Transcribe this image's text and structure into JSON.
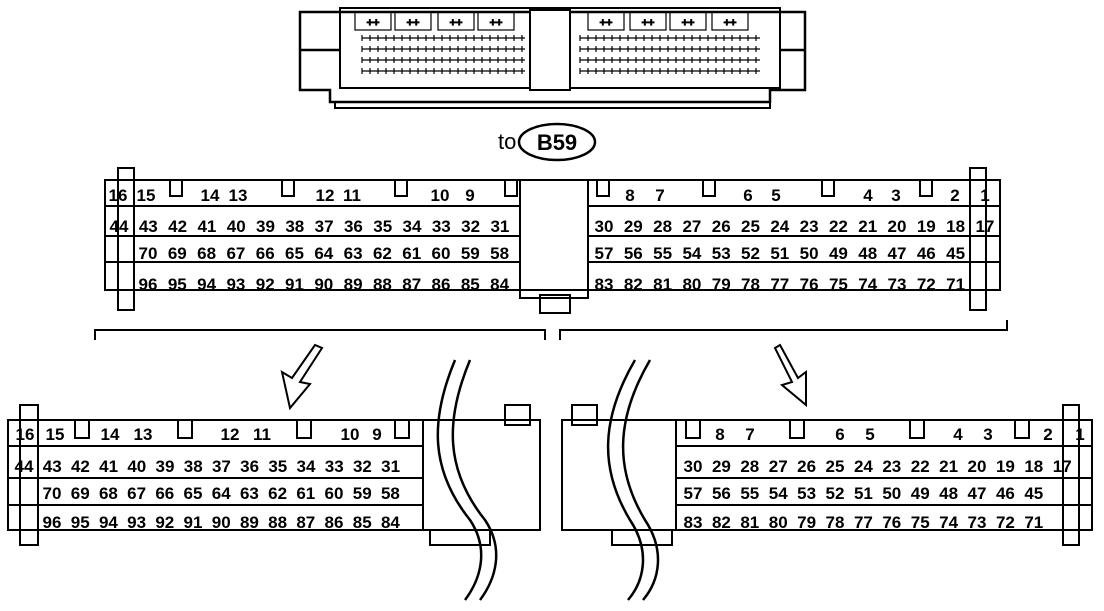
{
  "connector_label": {
    "prefix": "to",
    "id": "B59"
  },
  "pin_rows": {
    "top_left": [
      "16",
      "15",
      "14",
      "13",
      "12",
      "11",
      "10",
      "9"
    ],
    "top_right": [
      "8",
      "7",
      "6",
      "5",
      "4",
      "3",
      "2",
      "1"
    ],
    "row2_left": [
      "44",
      "43",
      "42",
      "41",
      "40",
      "39",
      "38",
      "37",
      "36",
      "35",
      "34",
      "33",
      "32",
      "31"
    ],
    "row2_right": [
      "30",
      "29",
      "28",
      "27",
      "26",
      "25",
      "24",
      "23",
      "22",
      "21",
      "20",
      "19",
      "18",
      "17"
    ],
    "row3_left": [
      "70",
      "69",
      "68",
      "67",
      "66",
      "65",
      "64",
      "63",
      "62",
      "61",
      "60",
      "59",
      "58"
    ],
    "row3_right": [
      "57",
      "56",
      "55",
      "54",
      "53",
      "52",
      "51",
      "50",
      "49",
      "48",
      "47",
      "46",
      "45"
    ],
    "row4_left": [
      "96",
      "95",
      "94",
      "93",
      "92",
      "91",
      "90",
      "89",
      "88",
      "87",
      "86",
      "85",
      "84"
    ],
    "row4_right": [
      "83",
      "82",
      "81",
      "80",
      "79",
      "78",
      "77",
      "76",
      "75",
      "74",
      "73",
      "72",
      "71"
    ]
  }
}
